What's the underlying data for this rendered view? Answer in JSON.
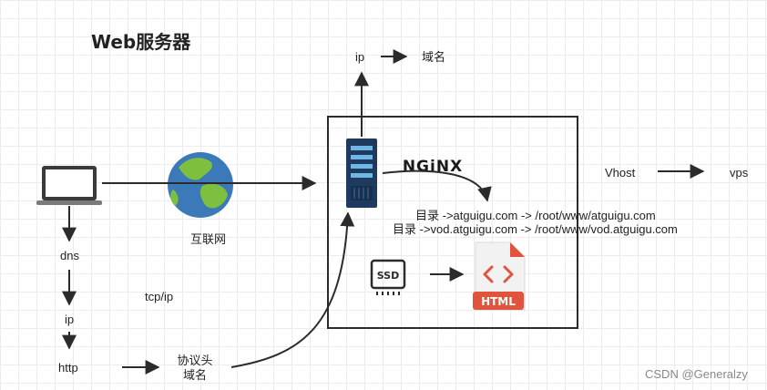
{
  "title": "Web服务器",
  "labels": {
    "ip_top": "ip",
    "domain_top": "域名",
    "internet": "互联网",
    "dns": "dns",
    "ip_left": "ip",
    "http": "http",
    "tcp_ip": "tcp/ip",
    "header_line1": "协议头",
    "header_line2": "域名",
    "vhost": "Vhost",
    "vps": "vps",
    "dir1": "目录 ->atguigu.com -> /root/www/atguigu.com",
    "dir2": "目录 ->vod.atguigu.com -> /root/www/vod.atguigu.com",
    "nginx": "NGiNX",
    "ssd": "SSD",
    "html": "HTML",
    "watermark": "CSDN @Generalzy"
  },
  "icons": {
    "laptop": "laptop-icon",
    "globe": "globe-icon",
    "server": "server-icon",
    "ssd": "ssd-icon",
    "html_file": "html-file-icon"
  },
  "colors": {
    "line": "#2b2b2b",
    "globe_ocean": "#3b79b8",
    "globe_land": "#7fbf3f",
    "server_body": "#1f3a5f",
    "server_led": "#6fb7e6",
    "html_red": "#e0543e"
  }
}
